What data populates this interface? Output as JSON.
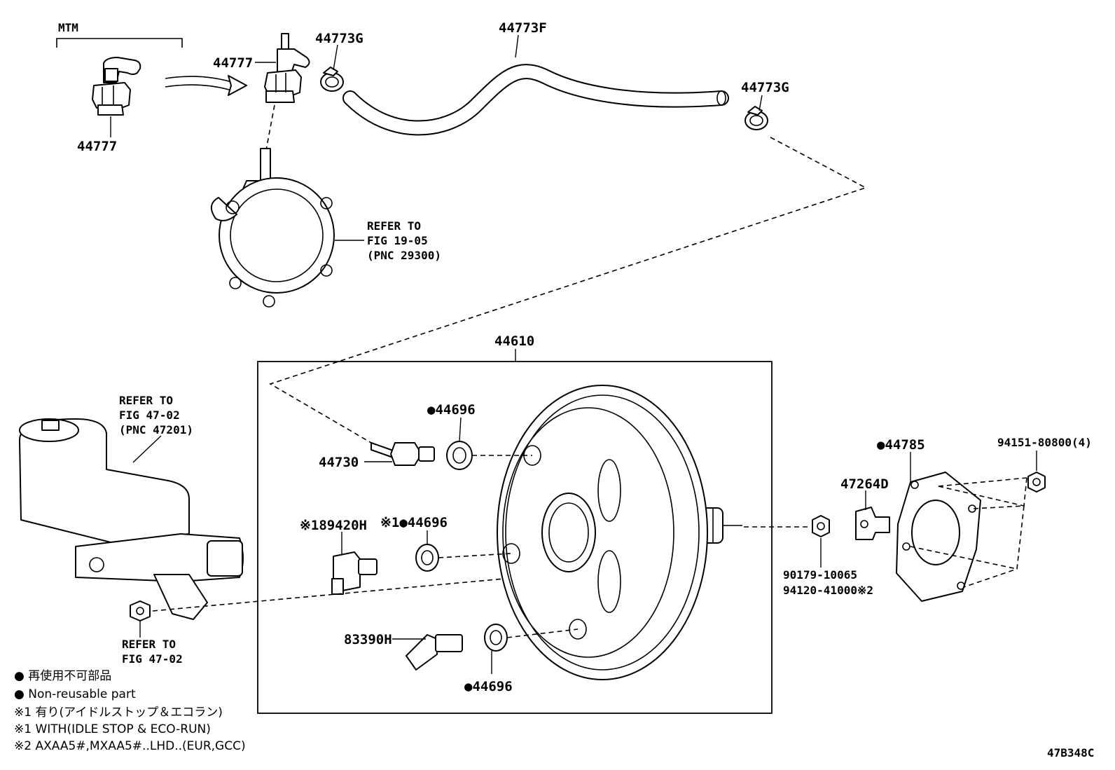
{
  "labels": {
    "mtm": "MTM",
    "p44777_left": "44777",
    "p44777_top": "44777",
    "p44773g_a": "44773G",
    "p44773f": "44773F",
    "p44773g_b": "44773G",
    "refer1_l1": "REFER TO",
    "refer1_l2": "FIG 19-05",
    "refer1_l3": "(PNC 29300)",
    "p44610": "44610",
    "refer2_l1": "REFER TO",
    "refer2_l2": "FIG 47-02",
    "refer2_l3": "(PNC 47201)",
    "p44696_a": "●44696",
    "p44730": "44730",
    "p89420h": "※189420H",
    "p44696_b": "※1●44696",
    "p83390h": "83390H",
    "p44696_c": "●44696",
    "p44785": "●44785",
    "p94151": "94151-80800(4)",
    "p47264d": "47264D",
    "p90179": "90179-10065",
    "p94120": "94120-41000※2",
    "refer3_l1": "REFER TO",
    "refer3_l2": "FIG 47-02"
  },
  "legend": {
    "line1": "● 再使用不可部品",
    "line2": "● Non-reusable part",
    "line3": "※1 有り(アイドルストップ＆エコラン)",
    "line4": "※1 WITH(IDLE STOP & ECO-RUN)",
    "line5": "※2 AXAA5#,MXAA5#..LHD..(EUR,GCC)"
  },
  "figure_code": "47B348C",
  "colors": {
    "ink": "#000000",
    "paper": "#ffffff"
  }
}
